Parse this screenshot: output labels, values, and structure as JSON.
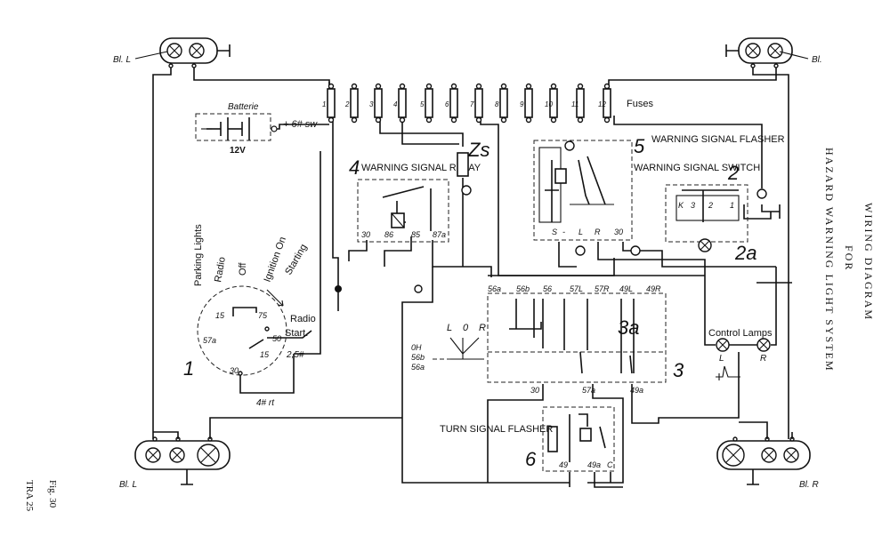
{
  "title": {
    "line1": "WIRING DIAGRAM",
    "line2": "FOR",
    "line3": "HAZARD WARNING LIGHT SYSTEM"
  },
  "figure": {
    "fig": "Fig. 30",
    "code": "TRA 25"
  },
  "components": {
    "battery_label": "Batterie",
    "battery_voltage": "12V",
    "battery_wire": "+ 6# sw",
    "fuses_label": "Fuses",
    "fuse_numbers": [
      "1",
      "2",
      "3",
      "4",
      "5",
      "6",
      "7",
      "8",
      "9",
      "10",
      "11",
      "12"
    ],
    "zs": "Zs",
    "relay_num": "4",
    "relay_label": "WARNING SIGNAL RELAY",
    "relay_terminals": [
      "30",
      "86",
      "85",
      "87a"
    ],
    "flasher_num": "5",
    "flasher_label": "WARNING SIGNAL FLASHER",
    "flasher_terminals": [
      "S",
      "-",
      "L",
      "R",
      "30"
    ],
    "switch_num": "2",
    "switch_label": "WARNING SIGNAL SWITCH",
    "switch_terminals": [
      "K",
      "3",
      "2",
      "1"
    ],
    "switch_lamp": "2a",
    "ignition_num": "1",
    "ignition_positions": [
      "Parking Lights",
      "Radio",
      "Off",
      "Ignition On",
      "Starting"
    ],
    "ignition_side": [
      "Radio",
      "Start."
    ],
    "ignition_terminals": [
      "15",
      "75",
      "57a",
      "50",
      "30",
      "15"
    ],
    "wire_2_5": "2,5#",
    "wire_4rt": "4# rt",
    "combo_num": "3",
    "combo_lamp": "3a",
    "combo_top": [
      "56a",
      "56b",
      "56",
      "57L",
      "57R",
      "49L",
      "49R"
    ],
    "combo_bottom": [
      "30",
      "57a",
      "49a"
    ],
    "combo_left": [
      "0H",
      "56b",
      "56a"
    ],
    "combo_lor": [
      "L",
      "0",
      "R"
    ],
    "turn_label": "TURN SIGNAL FLASHER",
    "turn_num": "6",
    "turn_terminals": [
      "49",
      "49a",
      "C"
    ],
    "control_lamps": "Control Lamps",
    "control_lr": [
      "L",
      "R"
    ],
    "lamp_labels": [
      "Bl. L",
      "Bl.",
      "Bl. L",
      "Bl. R"
    ]
  }
}
